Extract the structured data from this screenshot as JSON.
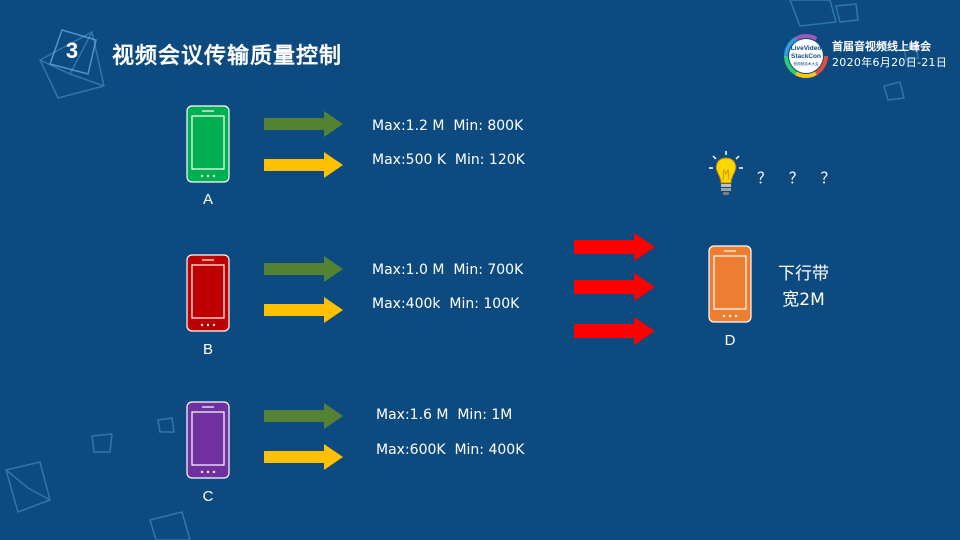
{
  "header": {
    "section_number": "3",
    "title": "视频会议传输质量控制"
  },
  "event": {
    "logo_line1": "LiveVideo",
    "logo_line2": "StackCon",
    "logo_line3": "音视频技术大会",
    "name": "首届音视频线上峰会",
    "date": "2020年6月20日-21日"
  },
  "senders": [
    {
      "label": "A",
      "color": "#00b050",
      "max_stream": "Max:1.2 M  Min: 800K",
      "min_stream": "Max:500 K  Min: 120K"
    },
    {
      "label": "B",
      "color": "#c00000",
      "max_stream": "Max:1.0 M  Min: 700K",
      "min_stream": "Max:400k  Min: 100K"
    },
    {
      "label": "C",
      "color": "#7030a0",
      "max_stream": "Max:1.6 M  Min: 1M",
      "min_stream": "Max:600K  Min: 400K"
    }
  ],
  "receiver": {
    "label": "D",
    "color": "#ed7d31",
    "bandwidth_line1": "下行带",
    "bandwidth_line2": "宽2M",
    "question": "？ ？ ？"
  },
  "colors": {
    "background": "#0d4a80",
    "arrow_green": "#548235",
    "arrow_yellow": "#ffc000",
    "arrow_red": "#ff0000"
  }
}
